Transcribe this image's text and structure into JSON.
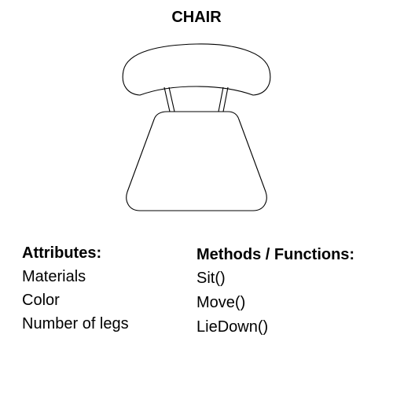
{
  "title": "CHAIR",
  "illustration": {
    "icon": "chair-icon"
  },
  "attributes": {
    "heading": "Attributes:",
    "items": [
      "Materials",
      "Color",
      "Number of legs"
    ]
  },
  "methods": {
    "heading": "Methods / Functions:",
    "items": [
      "Sit()",
      "Move()",
      "LieDown()"
    ]
  }
}
